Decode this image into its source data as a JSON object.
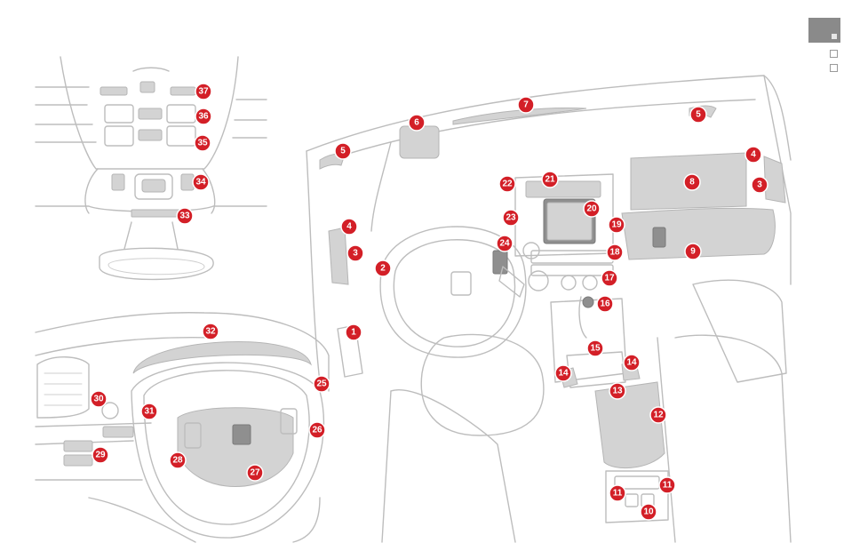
{
  "callouts": [
    {
      "id": "c1",
      "label": "1"
    },
    {
      "id": "c2",
      "label": "2"
    },
    {
      "id": "c3a",
      "label": "3"
    },
    {
      "id": "c3b",
      "label": "3"
    },
    {
      "id": "c4a",
      "label": "4"
    },
    {
      "id": "c4b",
      "label": "4"
    },
    {
      "id": "c5a",
      "label": "5"
    },
    {
      "id": "c5b",
      "label": "5"
    },
    {
      "id": "c6",
      "label": "6"
    },
    {
      "id": "c7",
      "label": "7"
    },
    {
      "id": "c8",
      "label": "8"
    },
    {
      "id": "c9",
      "label": "9"
    },
    {
      "id": "c10",
      "label": "10"
    },
    {
      "id": "c11a",
      "label": "11"
    },
    {
      "id": "c11b",
      "label": "11"
    },
    {
      "id": "c12",
      "label": "12"
    },
    {
      "id": "c13",
      "label": "13"
    },
    {
      "id": "c14a",
      "label": "14"
    },
    {
      "id": "c14b",
      "label": "14"
    },
    {
      "id": "c15",
      "label": "15"
    },
    {
      "id": "c16",
      "label": "16"
    },
    {
      "id": "c17",
      "label": "17"
    },
    {
      "id": "c18",
      "label": "18"
    },
    {
      "id": "c19",
      "label": "19"
    },
    {
      "id": "c20",
      "label": "20"
    },
    {
      "id": "c21",
      "label": "21"
    },
    {
      "id": "c22",
      "label": "22"
    },
    {
      "id": "c23",
      "label": "23"
    },
    {
      "id": "c24",
      "label": "24"
    },
    {
      "id": "c25",
      "label": "25"
    },
    {
      "id": "c26",
      "label": "26"
    },
    {
      "id": "c27",
      "label": "27"
    },
    {
      "id": "c28",
      "label": "28"
    },
    {
      "id": "c29",
      "label": "29"
    },
    {
      "id": "c30",
      "label": "30"
    },
    {
      "id": "c31",
      "label": "31"
    },
    {
      "id": "c32",
      "label": "32"
    },
    {
      "id": "c33",
      "label": "33"
    },
    {
      "id": "c34",
      "label": "34"
    },
    {
      "id": "c35",
      "label": "35"
    },
    {
      "id": "c36",
      "label": "36"
    },
    {
      "id": "c37",
      "label": "37"
    }
  ],
  "colors": {
    "callout": "#d31f27",
    "line": "#bdbdbd",
    "shade": "#d3d3d3",
    "nav_active": "#8a8a8a"
  },
  "nav": {
    "pages": [
      "active",
      "page",
      "page"
    ]
  }
}
